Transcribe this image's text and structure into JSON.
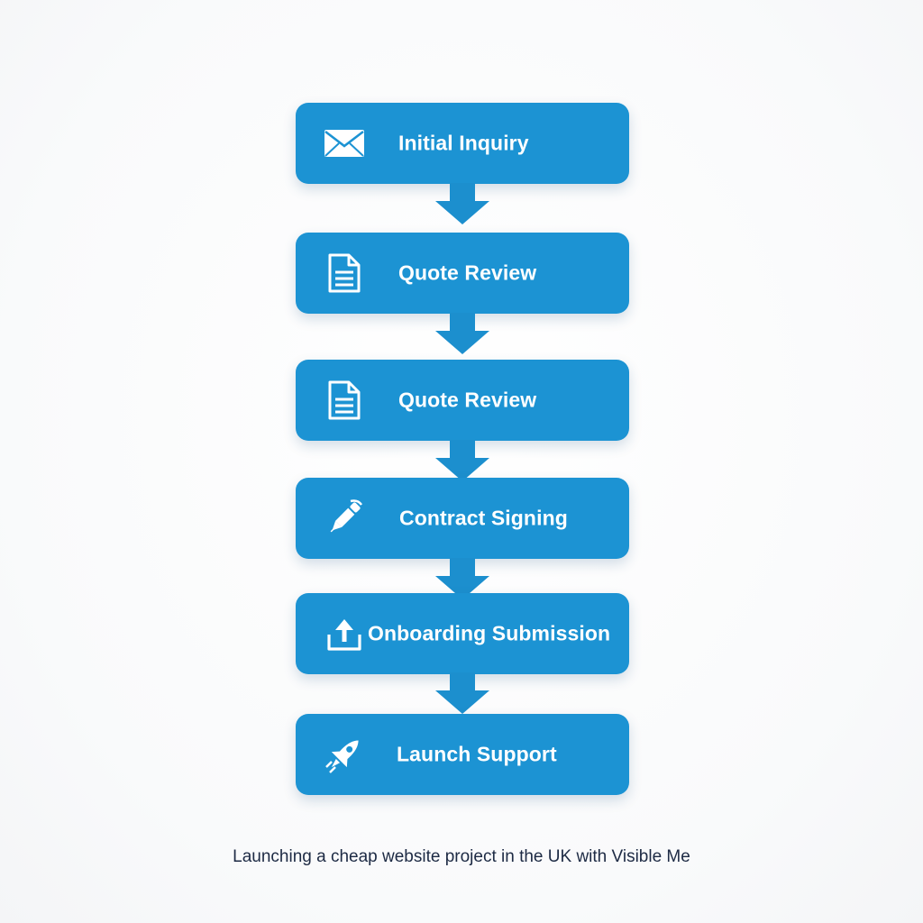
{
  "steps": [
    {
      "label": "Initial Inquiry",
      "icon": "envelope-icon"
    },
    {
      "label": "Quote Review",
      "icon": "document-icon"
    },
    {
      "label": "Quote Review",
      "icon": "document-icon"
    },
    {
      "label": "Contract Signing",
      "icon": "pen-icon"
    },
    {
      "label": "Onboarding Submission",
      "icon": "upload-icon"
    },
    {
      "label": "Launch Support",
      "icon": "rocket-icon"
    }
  ],
  "caption": "Launching a cheap website project in the UK with Visible Me",
  "colors": {
    "step_fill": "#1c93d3",
    "arrow_fill": "#1c8fce",
    "caption_text": "#1d2a44"
  }
}
